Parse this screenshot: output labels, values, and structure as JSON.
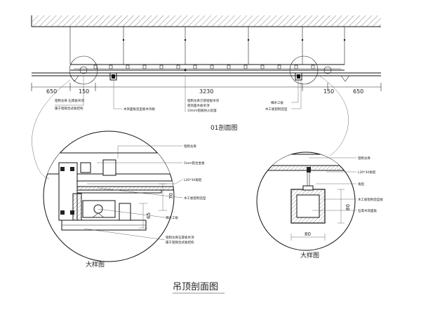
{
  "section_view": {
    "dimensions": [
      "650",
      "150",
      "3230",
      "150",
      "650"
    ],
    "annotations": [
      "铝制龙骨 石膏板吊顶\n属于铝铜合式板结构",
      "木饰面板造型板木饰板",
      "铝制龙骨方管铝板吊顶\n铝饰面木板吊顶\n10mm铝板防火处理",
      "细木工板",
      "木工板铝制造型"
    ],
    "title": "01剖面图"
  },
  "detail_left": {
    "annotations": [
      "铝制龙骨",
      "5mm铝合金板",
      "L30*30角铝",
      "木工板铝制造型",
      "细木工板",
      "铝制龙骨石膏板吊顶\n属于铝铜合式板结构"
    ],
    "dimensions": [
      "70",
      "65"
    ],
    "title": "大样图"
  },
  "detail_right": {
    "annotations": [
      "铝制龙骨",
      "L30*30角铝",
      "角铝",
      "木工板铝制造型板",
      "石膏木饰面板"
    ],
    "dimensions": [
      "80",
      "80"
    ],
    "title": "大样图"
  },
  "main_title": "吊顶剖面图"
}
